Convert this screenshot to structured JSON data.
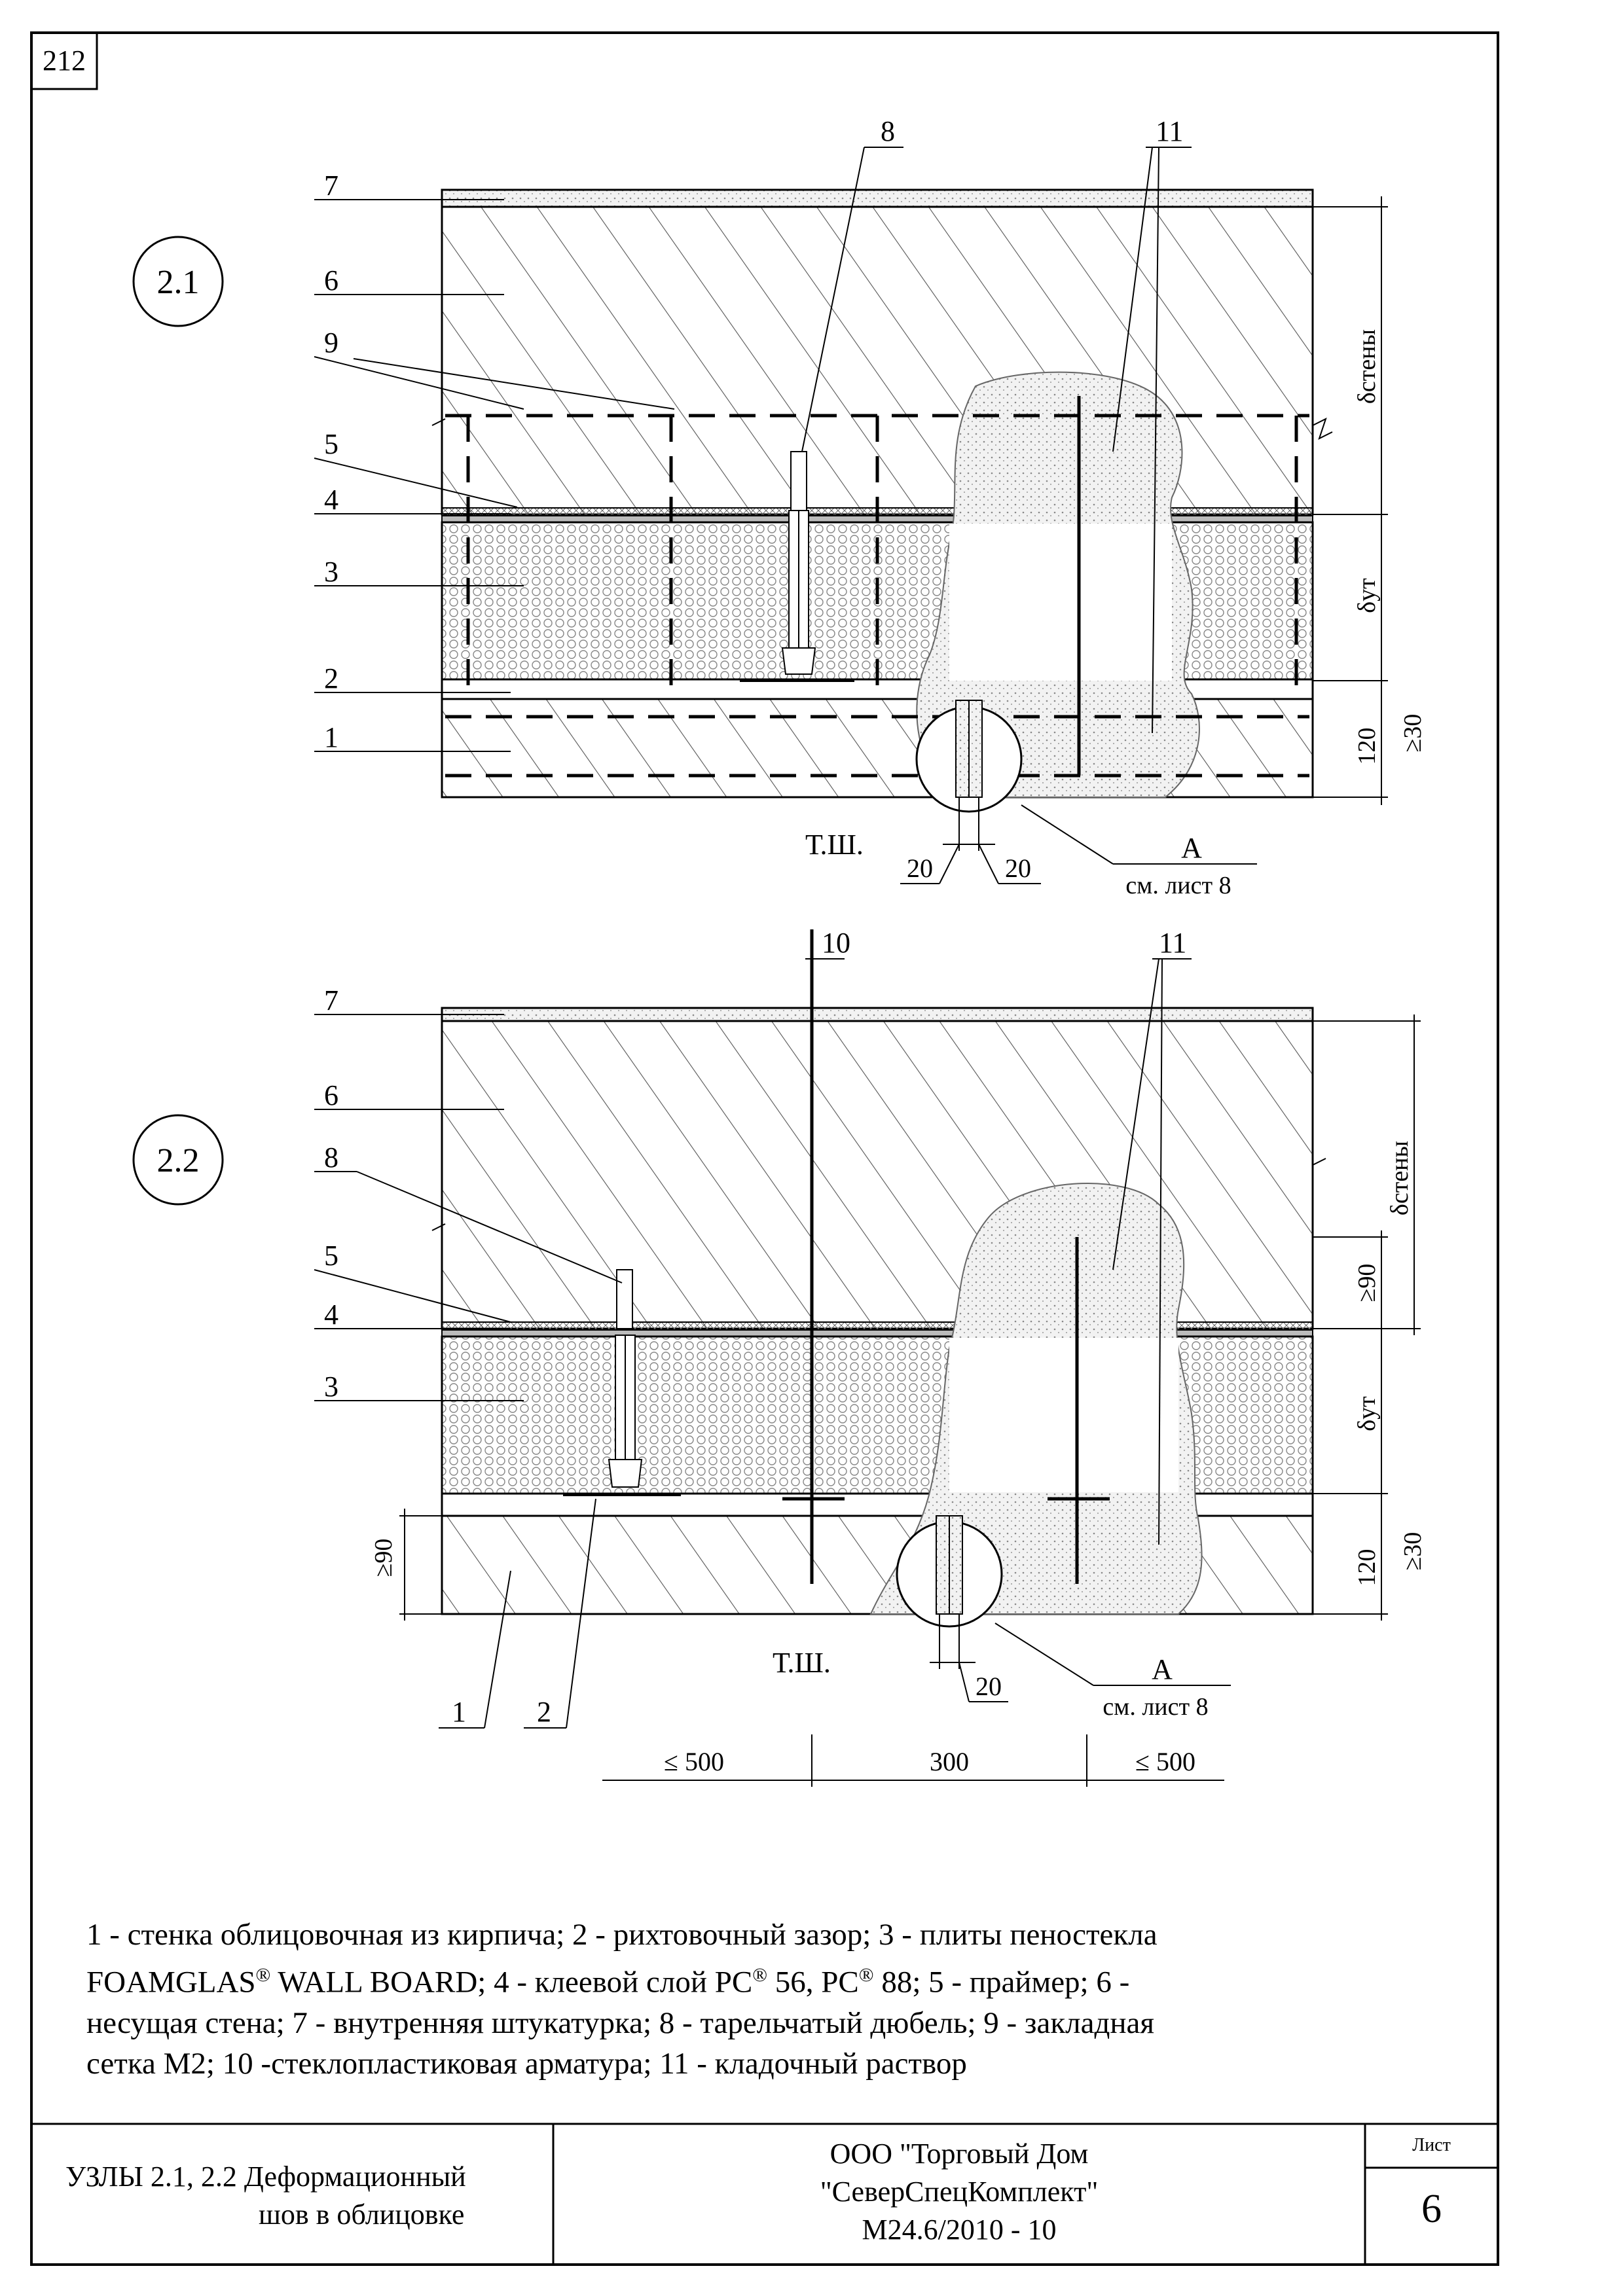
{
  "page_number": "212",
  "details": [
    {
      "id": "2.1",
      "leader_labels": [
        "7",
        "6",
        "9",
        "5",
        "4",
        "3",
        "2",
        "1"
      ],
      "top_labels": [
        "8",
        "11"
      ],
      "dims": {
        "wall": "δстены",
        "insulation": "δут",
        "brick": "120",
        "min_embed": "≥30"
      },
      "joint": {
        "label": "Т.Ш.",
        "gap_left": "20",
        "gap_right": "20",
        "callout": "А",
        "callout_ref": "см. лист 8"
      }
    },
    {
      "id": "2.2",
      "leader_labels": [
        "7",
        "6",
        "8",
        "5",
        "4",
        "3"
      ],
      "top_labels": [
        "10",
        "11"
      ],
      "bottom_labels": [
        "1",
        "2"
      ],
      "dims": {
        "wall": "δстены",
        "insulation": "δут",
        "brick": "120",
        "min_embed": "≥30",
        "min_wall_embed": "≥90",
        "left_min": "≥90"
      },
      "joint": {
        "label": "Т.Ш.",
        "gap": "20",
        "callout": "А",
        "callout_ref": "см. лист 8"
      },
      "spacing": [
        "≤ 500",
        "300",
        "≤ 500"
      ]
    }
  ],
  "legend": {
    "l1": "1 - стенка облицовочная из кирпича; 2 - рихтовочный зазор; 3 - плиты пеностекла",
    "l2a": "FOAMGLAS",
    "l2b": " WALL BOARD; 4 - клеевой слой PC",
    "l2c": " 56, PC",
    "l2d": " 88; 5 - праймер; 6 -",
    "reg": "®",
    "l3": "несущая стена; 7 - внутренняя штукатурка; 8 - тарельчатый дюбель; 9 - закладная",
    "l4": "сетка М2; 10 -стеклопластиковая арматура; 11 - кладочный раствор"
  },
  "title_block": {
    "title_line1": "УЗЛЫ 2.1, 2.2 Деформационный",
    "title_line2": "шов в облицовке",
    "org_line1": "ООО \"Торговый Дом",
    "org_line2": "\"СеверСпецКомплект\"",
    "doc_code": "М24.6/2010 - 10",
    "sheet_label": "Лист",
    "sheet_number": "6"
  }
}
